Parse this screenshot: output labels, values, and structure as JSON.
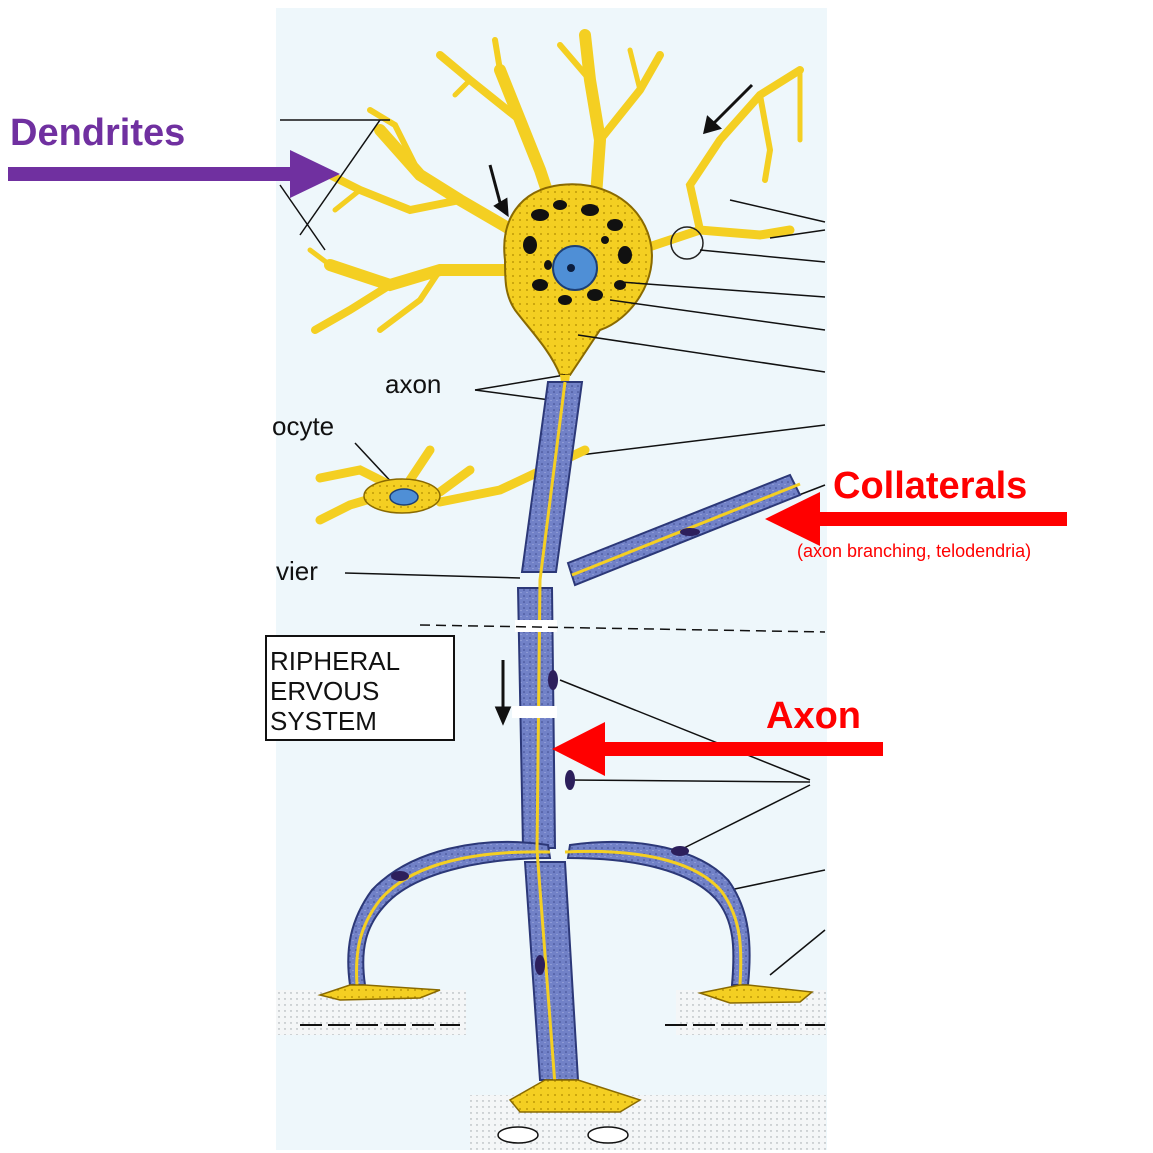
{
  "callouts": {
    "dendrites": "Dendrites",
    "collaterals": "Collaterals",
    "collaterals_note": "(axon branching, telodendria)",
    "axon": "Axon"
  },
  "figure_labels": {
    "axon": "axon",
    "oligodendrocyte_partial": "ocyte",
    "node_partial": "vier",
    "pns_line1": "RIPHERAL",
    "pns_line2": "ERVOUS",
    "pns_line3": "SYSTEM"
  },
  "colors": {
    "background": "#eef7fb",
    "cell_body": "#f5d020",
    "cell_outline": "#8a6a00",
    "myelin": "#6f7fc4",
    "myelin_edge": "#2c3878",
    "nucleus": "#4f8fd6",
    "dendrites_arrow": "#7030a0",
    "red_arrow": "#ff0000"
  }
}
